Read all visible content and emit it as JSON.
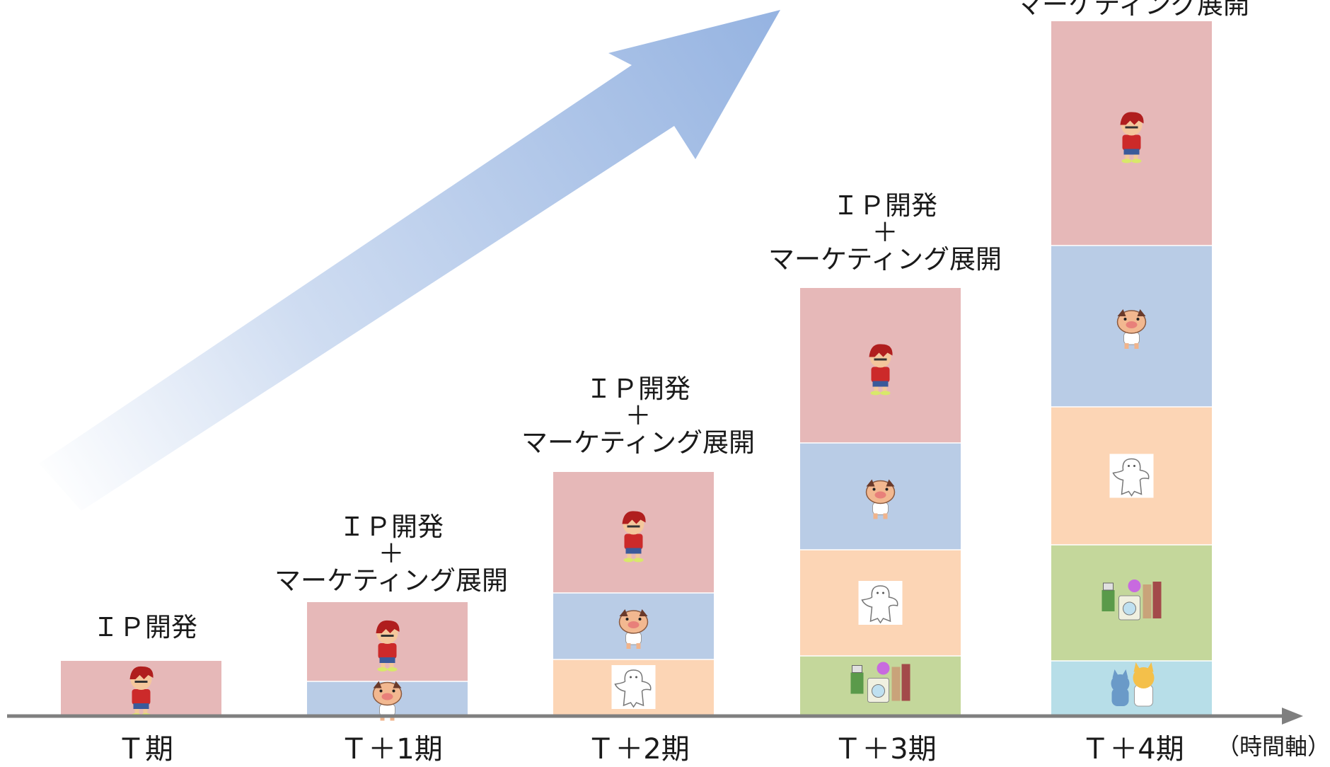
{
  "label_ip": "ＩＰ開発",
  "label_plus": "＋",
  "label_marketing": "マーケティング展開",
  "periods": [
    "Ｔ期",
    "Ｔ＋1期",
    "Ｔ＋2期",
    "Ｔ＋3期",
    "Ｔ＋4期"
  ],
  "axis_label": "（時間軸）",
  "colors": {
    "red": "#e6b8b8",
    "blue": "#b9cce6",
    "orange": "#fcd5b5",
    "green": "#c4d79b",
    "cyan": "#b7dee8",
    "arrow": "#95b3e1",
    "axis": "#7f7f7f"
  },
  "characters": {
    "red": "red-boy-character-icon",
    "blue": "pig-character-icon",
    "orange": "white-ghost-character-icon",
    "green": "appliance-group-character-icon",
    "cyan": "cat-pair-character-icon"
  }
}
